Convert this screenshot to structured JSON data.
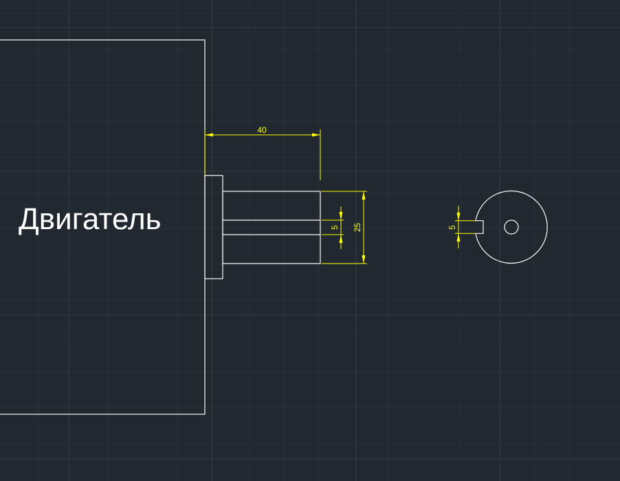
{
  "colors": {
    "background": "#212830",
    "geometry": "#ffffff",
    "dimension": "#ffff00"
  },
  "motor": {
    "label": "Двигатель"
  },
  "dimensions": {
    "shaft_length": "40",
    "shaft_diameter": "25",
    "key_width_side": "5",
    "key_width_section": "5"
  }
}
